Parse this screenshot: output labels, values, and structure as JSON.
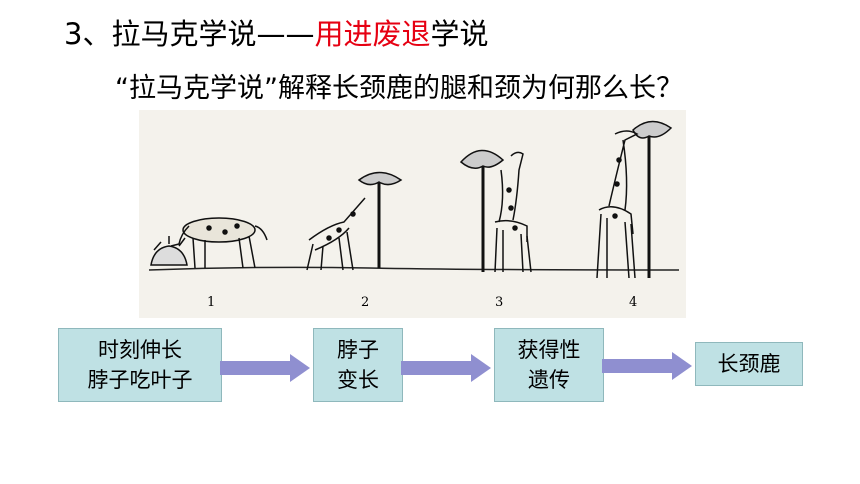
{
  "slide": {
    "title_prefix": "3、拉马克学说——",
    "title_highlight": "用进废退",
    "title_suffix": "学说",
    "question": "“拉马克学说”解释长颈鹿的腿和颈为何那么长？"
  },
  "figure": {
    "labels": [
      "1",
      "2",
      "3",
      "4"
    ]
  },
  "flow": [
    {
      "line1": "时刻伸长",
      "line2": "脖子吃叶子"
    },
    {
      "line1": "脖子",
      "line2": "变长"
    },
    {
      "line1": "获得性",
      "line2": "遗传"
    },
    {
      "line1": "长颈鹿"
    }
  ],
  "colors": {
    "highlight": "#e60012",
    "box_fill": "#bfe1e4",
    "arrow_fill": "#8f8fd0"
  }
}
